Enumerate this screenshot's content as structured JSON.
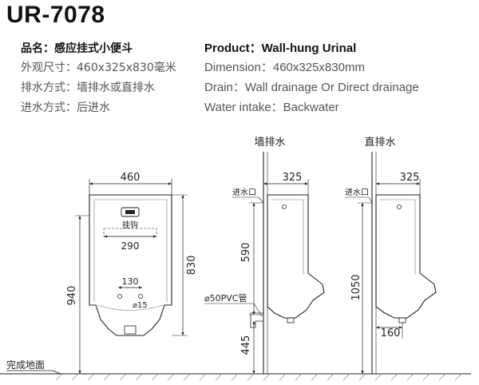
{
  "model": "UR-7078",
  "specs_zh": {
    "name": "品名：感应挂式小便斗",
    "dimension": "外观尺寸：460x325x830毫米",
    "drain": "排水方式：墙排水或直排水",
    "intake": "进水方式：后进水"
  },
  "specs_en": {
    "product": "Product：Wall-hung Urinal",
    "dimension": "Dimension：460x325x830mm",
    "drain": "Drain：Wall drainage Or Direct drainage",
    "intake": "Water intake：Backwater"
  },
  "drawing": {
    "front": {
      "width": "460",
      "height": "830",
      "hook_label": "挂钩",
      "hook_spacing": "290",
      "drain_spacing": "130",
      "drain_diameter": "⌀15",
      "install_height": "940"
    },
    "wall_drain_view": {
      "title": "墙排水",
      "depth": "325",
      "inlet_label": "进水口",
      "inlet_to_drain": "590",
      "pipe_label": "⌀50PVC管",
      "drain_height": "445"
    },
    "direct_drain_view": {
      "title": "直排水",
      "depth": "325",
      "inlet_label": "进水口",
      "inlet_height": "1050",
      "drain_offset": "160"
    },
    "floor_label": "完成地面"
  }
}
